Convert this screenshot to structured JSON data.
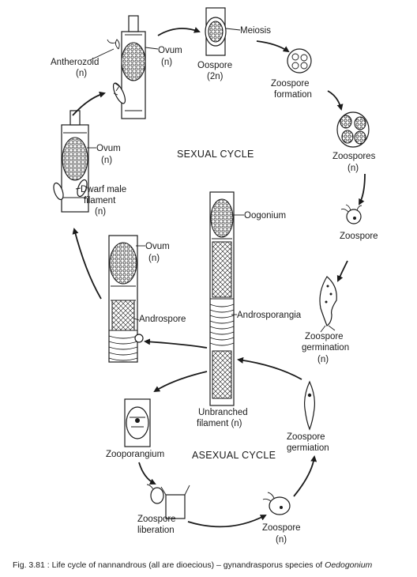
{
  "labels": {
    "antherozoid": "Antherozoid",
    "antherozoid_ploidy": "(n)",
    "ovum_top": "Ovum",
    "ovum_top_ploidy": "(n)",
    "oospore": "Oospore",
    "oospore_ploidy": "(2n)",
    "meiosis": "Meiosis",
    "zoospore_formation_1": "Zoospore",
    "zoospore_formation_2": "formation",
    "zoospores": "Zoospores",
    "zoospores_ploidy": "(n)",
    "zoospore_right": "Zoospore",
    "ovum_left": "Ovum",
    "ovum_left_ploidy": "(n)",
    "dwarf_male_1": "Dwarf male",
    "dwarf_male_2": "filament",
    "dwarf_male_ploidy": "(n)",
    "oogonium": "Oogonium",
    "ovum_mid": "Ovum",
    "ovum_mid_ploidy": "(n)",
    "androspore": "Androspore",
    "androsporangia": "Androsporangia",
    "zoospore_germ_1": "Zoospore",
    "zoospore_germ_2": "germination",
    "zoospore_germ_ploidy": "(n)",
    "unbranched_1": "Unbranched",
    "unbranched_2": "filament (n)",
    "zooporangium": "Zooporangium",
    "zoospore_germiation_1": "Zoospore",
    "zoospore_germiation_2": "germiation",
    "zoospore_liberation_1": "Zoospore",
    "zoospore_liberation_2": "liberation",
    "zoospore_bottom": "Zoospore",
    "zoospore_bottom_ploidy": "(n)"
  },
  "cycles": {
    "sexual": "SEXUAL CYCLE",
    "asexual": "ASEXUAL CYCLE"
  },
  "caption": {
    "prefix": "Fig. 3.81 : Life cycle of nannandrous (all are dioecious) – gynandrasporus species of ",
    "italic": "Oedogonium"
  }
}
